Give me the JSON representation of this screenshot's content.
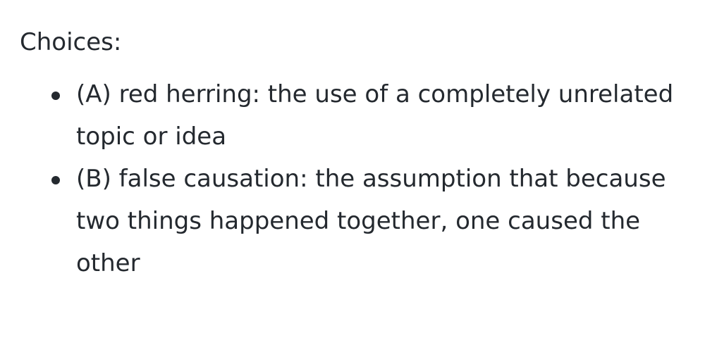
{
  "heading": "Choices:",
  "choices": [
    {
      "text": "(A) red herring: the use of a completely unrelated topic or idea"
    },
    {
      "text": "(B) false causation: the assumption that because two things happened together, one caused the other"
    }
  ]
}
